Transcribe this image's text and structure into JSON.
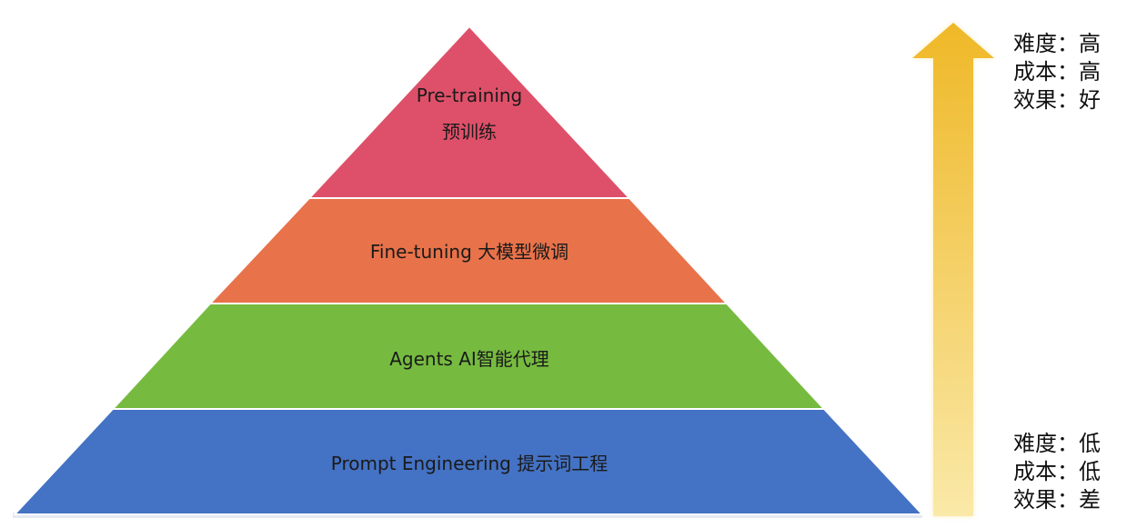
{
  "pyramid": {
    "tiers": [
      {
        "key": "pretraining",
        "lines": [
          "Pre-training",
          "预训练"
        ],
        "color": "#de5069"
      },
      {
        "key": "finetuning",
        "lines": [
          "Fine-tuning 大模型微调"
        ],
        "color": "#e8724a"
      },
      {
        "key": "agents",
        "lines": [
          "Agents AI智能代理"
        ],
        "color": "#76bb40"
      },
      {
        "key": "prompt",
        "lines": [
          "Prompt Engineering 提示词工程"
        ],
        "color": "#4472c4"
      }
    ]
  },
  "arrow": {
    "color_top": "#efb827",
    "color_bottom": "#fae9a8"
  },
  "labels": {
    "top": [
      "难度：高",
      "成本：高",
      "效果：好"
    ],
    "bottom": [
      "难度：低",
      "成本：低",
      "效果：差"
    ]
  }
}
